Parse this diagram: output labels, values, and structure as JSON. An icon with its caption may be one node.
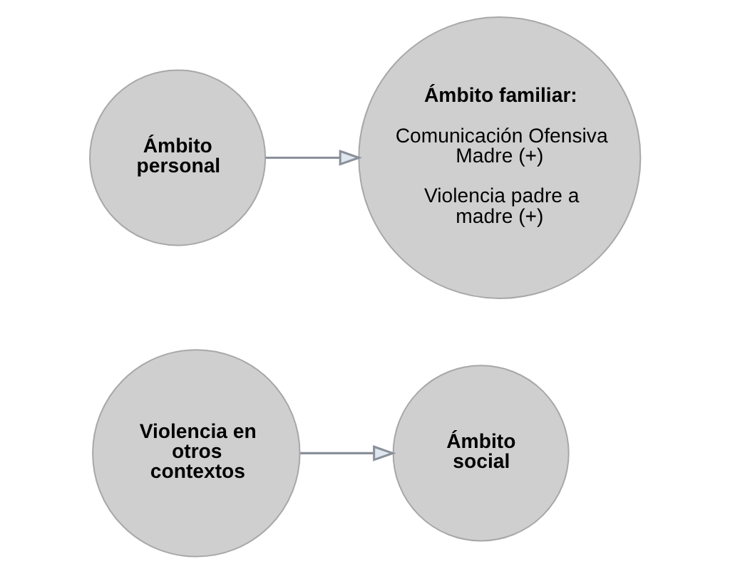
{
  "diagram": {
    "nodes": [
      {
        "text": [
          "Ámbito personal"
        ]
      },
      {
        "text": [
          "Ámbito familiar:",
          "Comunicación Ofensiva Madre (+)",
          "Violencia padre a madre (+)"
        ]
      },
      {
        "text": [
          "Ámbito social"
        ]
      },
      {
        "text": [
          "Violencia en otros contextos"
        ]
      }
    ],
    "edges": [
      {
        "from": 0,
        "to": 1,
        "arrow": "to"
      },
      {
        "from": 3,
        "to": 2,
        "arrow": "to"
      }
    ]
  }
}
